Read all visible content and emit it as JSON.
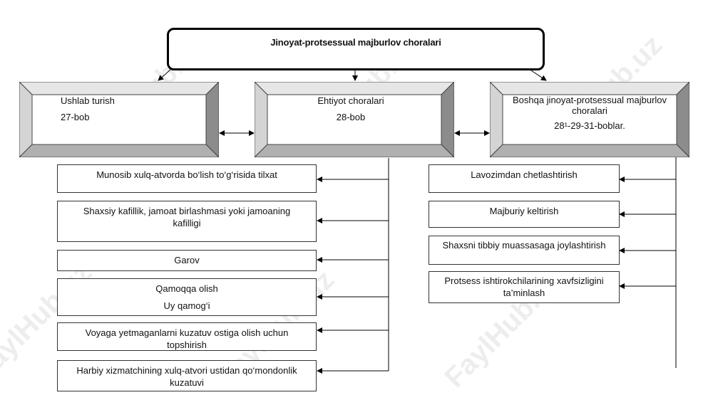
{
  "title": "Jinoyat-protsessual majburlov choralari",
  "top_boxes": [
    {
      "line1": "Ushlab turish",
      "line2": "27-bob"
    },
    {
      "line1": "Ehtiyot choralari",
      "line2": "28-bob"
    },
    {
      "line1": "Boshqa jinoyat-protsessual majburlov choralari",
      "line2": "28¹-29-31-boblar."
    }
  ],
  "left_items": [
    "Munosib xulq-atvorda bo‘lish to‘g‘risida tilxat",
    "Shaxsiy kafillik, jamoat birlashmasi yoki jamoaning kafilligi",
    "Garov",
    "Qamoqqa olish",
    "Uy qamog‘i",
    "Voyaga yetmaganlarni kuzatuv ostiga olish uchun topshirish",
    "Harbiy xizmatchining xulq-atvori ustidan qo‘mondonlik kuzatuvi"
  ],
  "right_items": [
    "Lavozimdan chetlashtirish",
    "Majburiy keltirish",
    "Shaxsni tibbiy muassasaga joylashtirish",
    "Protsess ishtirokchilarining xavfsizligini ta’minlash"
  ],
  "watermark": "FaylHub.uz"
}
